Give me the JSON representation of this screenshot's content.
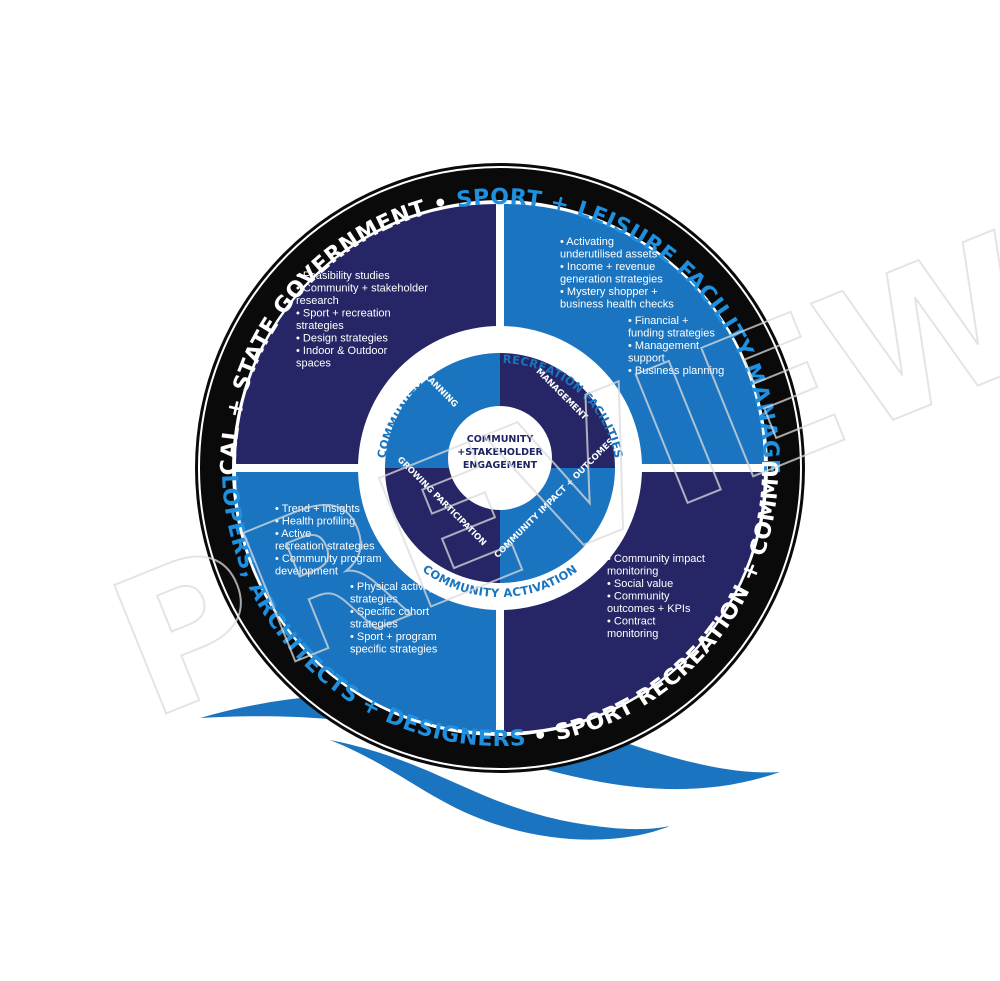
{
  "colors": {
    "navy": "#262565",
    "blue": "#1a74bf",
    "accent_blue": "#1f8fe0",
    "ring_black": "#0a0a0a",
    "white": "#ffffff"
  },
  "outer_ring": {
    "top_white": "LOCAL + STATE GOVERNMENT",
    "top_sep": " • ",
    "top_blue": "SPORT + LEISURE FACILITY MANAGERS",
    "bottom_blue": "INVESTORS, DEVELOPERS, ARCHITECTS + DESIGNERS",
    "bottom_sep": " • ",
    "bottom_white": "SPORT RECREATION + COMMUNITY PROVIDERS"
  },
  "inner_band": {
    "top": "COMMUNITY AQUATIC & RECREATION FACILITIES",
    "bottom": "COMMUNITY ACTIVATION"
  },
  "inner_quadrants": {
    "top_left": "PLANNING",
    "top_right": "MANAGEMENT",
    "bottom_left": "GROWING PARTICIPATION",
    "bottom_right": "COMMUNITY IMPACT + OUTCOMES"
  },
  "center": [
    "COMMUNITY",
    "+STAKEHOLDER",
    "ENGAGEMENT"
  ],
  "quadrants": {
    "top_left": [
      "• Feasibility studies",
      "• Community + stakeholder",
      "  research",
      "• Sport + recreation",
      "  strategies",
      "• Design strategies",
      "• Indoor & Outdoor",
      "  spaces"
    ],
    "top_right_a": [
      "• Activating",
      "  underutilised assets",
      "• Income + revenue",
      "  generation strategies",
      "• Mystery shopper +",
      "  business health checks"
    ],
    "top_right_b": [
      "• Financial +",
      "  funding strategies",
      "• Management",
      "  support",
      "• Business planning"
    ],
    "bottom_left_a": [
      "• Trend + insights",
      "• Health profiling",
      "• Active",
      "  recreation strategies",
      "• Community program",
      "  development"
    ],
    "bottom_left_b": [
      "• Physical activity",
      "  strategies",
      "• Specific cohort",
      "  strategies",
      "• Sport + program",
      "  specific strategies"
    ],
    "bottom_right": [
      "• Community impact",
      "  monitoring",
      "• Social value",
      "• Community",
      "  outcomes + KPIs",
      "• Contract",
      "  monitoring"
    ]
  },
  "watermark": "PREVIEW"
}
